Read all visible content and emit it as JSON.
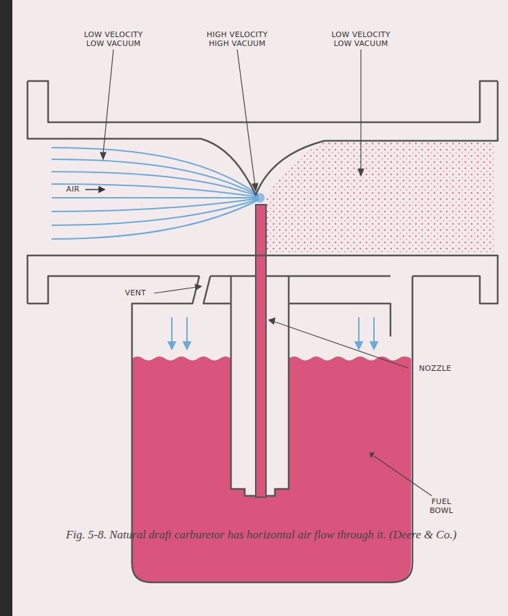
{
  "diagram": {
    "caption": "Fig. 5-8. Natural draft carburetor has horizontal air flow through it. (Deere & Co.)",
    "labels": [
      "LOW VELOCITY LOW VACUUM",
      "HIGH VELOCITY HIGH VACUUM",
      "LOW VELOCITY LOW VACUUM",
      "AIR",
      "VENT",
      "NOZZLE",
      "FUEL BOWL"
    ]
  }
}
